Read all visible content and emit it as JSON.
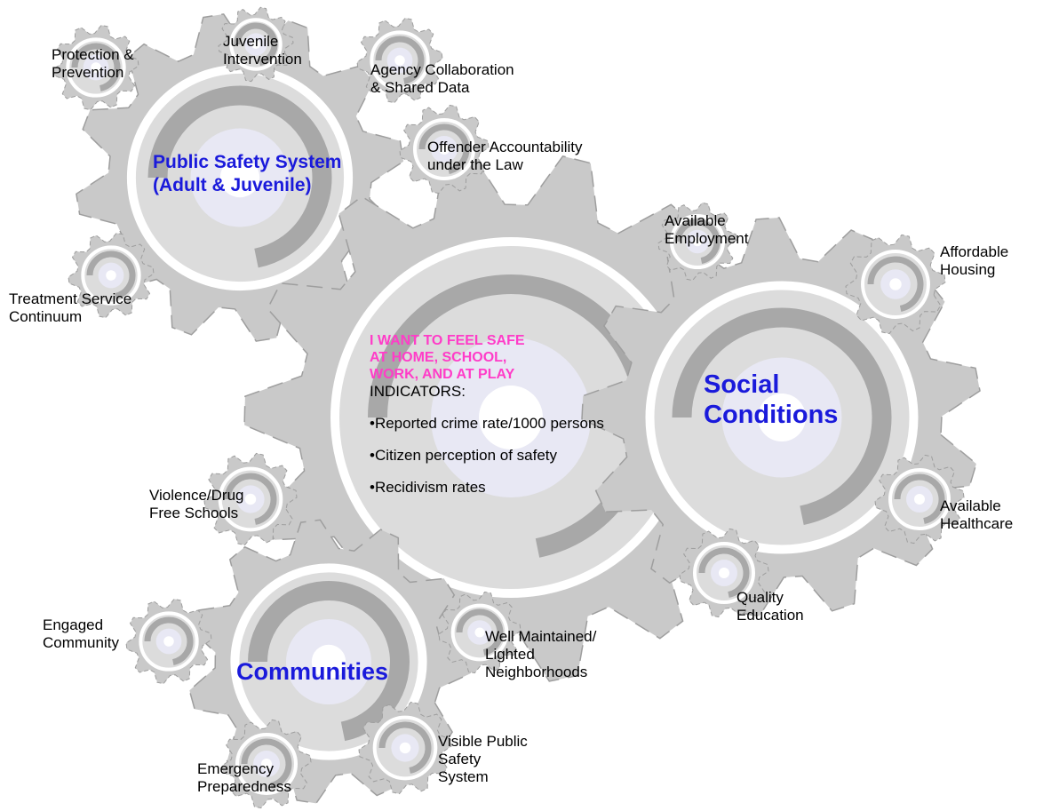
{
  "colors": {
    "gear_fill": "#c9c9c9",
    "gear_dark": "#9e9e9e",
    "gear_hub": "#e8e8f4",
    "hub_title": "#1a1adb",
    "headline": "#ff3cc8",
    "text": "#000000"
  },
  "hubs": {
    "public_safety": "Public Safety System\n(Adult & Juvenile)",
    "social_conditions": "Social\nConditions",
    "communities": "Communities"
  },
  "center": {
    "heading": "I WANT TO FEEL SAFE\nAT HOME, SCHOOL,\nWORK, AND AT PLAY",
    "indicators_label": "INDICATORS:",
    "indicators": [
      "•Reported crime rate/1000 persons",
      "•Citizen perception of safety",
      "•Recidivism rates"
    ]
  },
  "satellites": {
    "protection": "Protection &\nPrevention",
    "juvenile": "Juvenile\nIntervention",
    "agency": "Agency Collaboration\n& Shared Data",
    "offender": "Offender Accountability\nunder the Law",
    "treatment": "Treatment Service\nContinuum",
    "employment": "Available\nEmployment",
    "housing": "Affordable\nHousing",
    "healthcare": "Available\nHealthcare",
    "education": "Quality\nEducation",
    "violence": "Violence/Drug\nFree Schools",
    "engaged": "Engaged\nCommunity",
    "neighborhoods": "Well Maintained/\nLighted\nNeighborhoods",
    "visible": "Visible Public\nSafety\nSystem",
    "emergency": "Emergency\nPreparedness"
  }
}
